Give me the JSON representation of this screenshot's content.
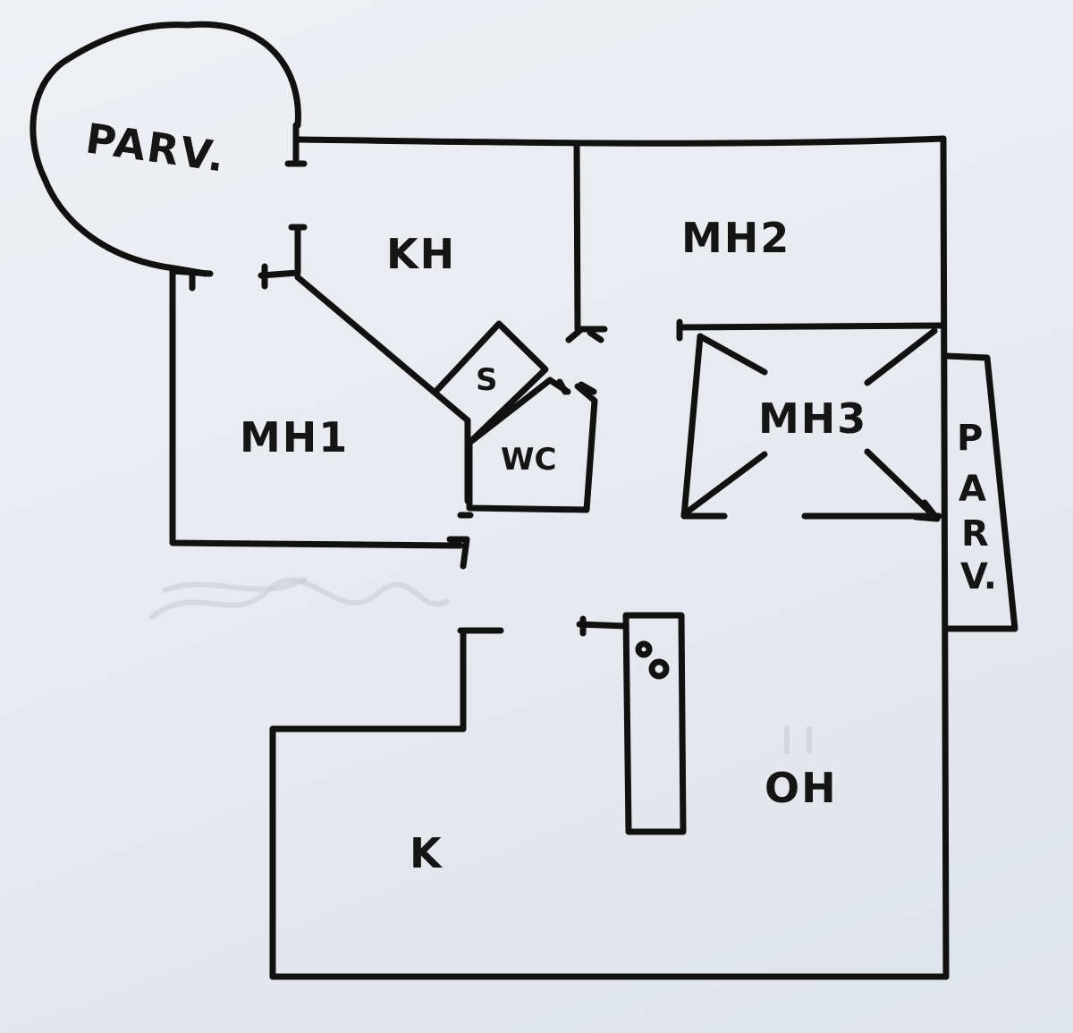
{
  "labels": {
    "parv_top": "PARV.",
    "kh": "KH",
    "mh2": "MH2",
    "mh1": "MH1",
    "s": "S",
    "wc": "WC",
    "mh3": "MH3",
    "parv_side": [
      "P",
      "A",
      "R",
      "V."
    ],
    "k": "K",
    "oh": "OH"
  }
}
